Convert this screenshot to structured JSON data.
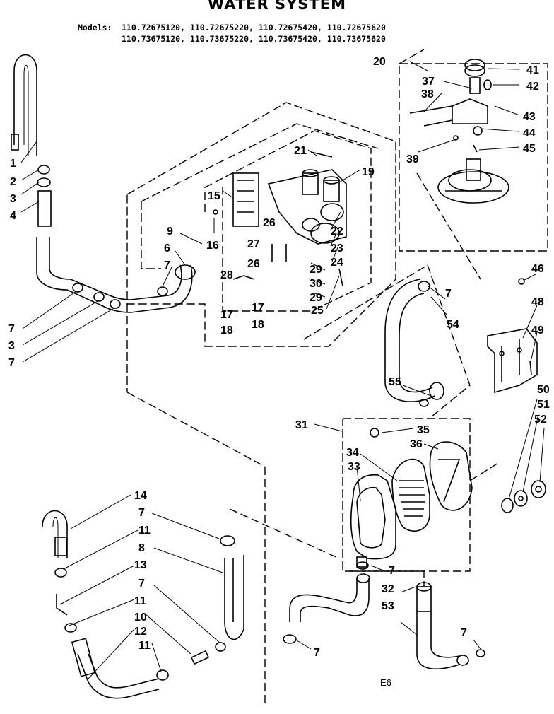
{
  "header": {
    "title": "WATER SYSTEM",
    "models_label": "Models:",
    "models_line1": "110.72675120, 110.72675220, 110.72675420, 110.72675620",
    "models_line2": "110.73675120, 110.73675220, 110.73675420, 110.73675620"
  },
  "callouts": [
    "1",
    "2",
    "3",
    "4",
    "7",
    "3",
    "7",
    "9",
    "6",
    "7",
    "16",
    "15",
    "21",
    "19",
    "26",
    "27",
    "26",
    "28",
    "17",
    "18",
    "17",
    "18",
    "22",
    "23",
    "24",
    "29",
    "30",
    "29",
    "25",
    "20",
    "37",
    "38",
    "41",
    "42",
    "43",
    "44",
    "45",
    "39",
    "46",
    "48",
    "49",
    "7",
    "54",
    "55",
    "31",
    "35",
    "34",
    "36",
    "33",
    "50",
    "51",
    "52",
    "14",
    "7",
    "11",
    "8",
    "13",
    "7",
    "11",
    "10",
    "12",
    "11",
    "7",
    "32",
    "53",
    "7",
    "7"
  ],
  "page_code": "E6"
}
